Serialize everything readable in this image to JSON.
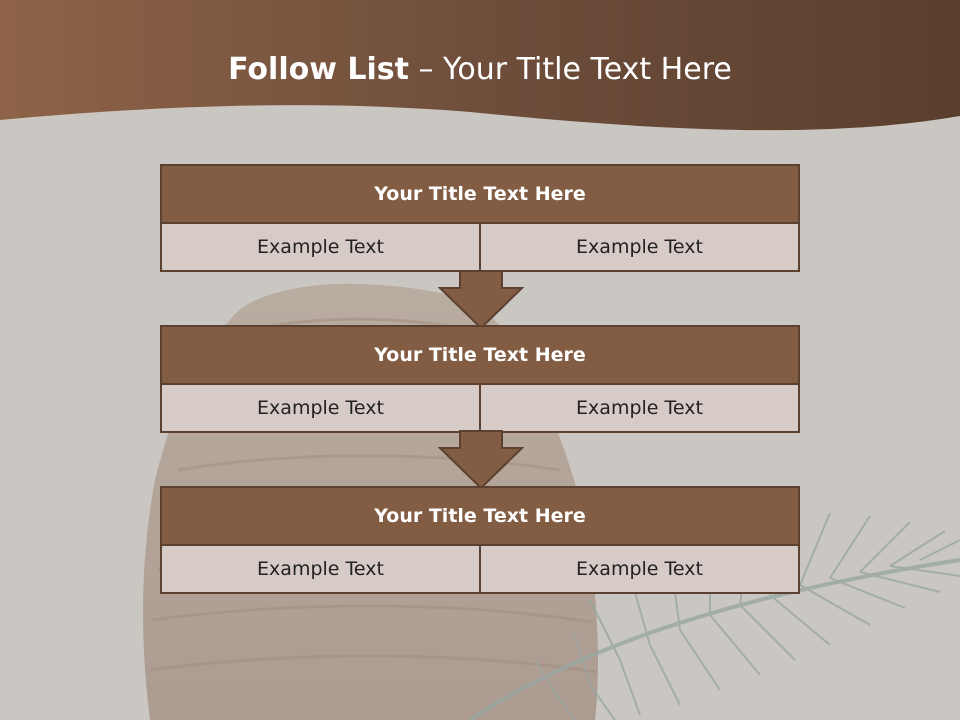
{
  "slide": {
    "title_bold": "Follow List",
    "title_rest": " – Your Title Text Here"
  },
  "colors": {
    "header_band": "#7a5843",
    "block_header": "#825d44",
    "block_body": "#d6cbc7",
    "border": "#5c4131",
    "background": "#c9c5c0"
  },
  "blocks": [
    {
      "title": "Your Title Text Here",
      "left": "Example Text",
      "right": "Example Text"
    },
    {
      "title": "Your Title Text Here",
      "left": "Example Text",
      "right": "Example Text"
    },
    {
      "title": "Your Title Text Here",
      "left": "Example Text",
      "right": "Example Text"
    }
  ],
  "decorations": [
    "wavy-header-band",
    "pine-cone-image",
    "pine-branch-image",
    "down-arrow-icon"
  ]
}
